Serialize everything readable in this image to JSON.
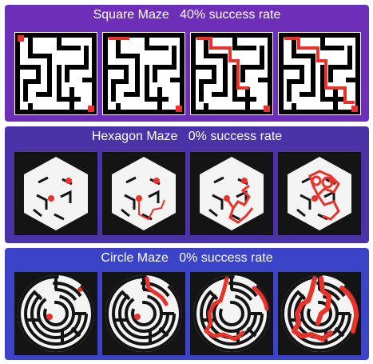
{
  "panels": [
    {
      "id": "square",
      "title": "Square Maze   40% success rate",
      "background": "#6e2fb8",
      "steps": [
        "maze",
        "short-path",
        "mid-path",
        "full-path"
      ]
    },
    {
      "id": "hexagon",
      "title": "Hexagon Maze   0% success rate",
      "background": "#4a33a6",
      "steps": [
        "maze",
        "short-path",
        "mid-path",
        "full-path"
      ]
    },
    {
      "id": "circle",
      "title": "Circle Maze   0% success rate",
      "background": "#3b44c8",
      "steps": [
        "maze",
        "short-path",
        "mid-path",
        "full-path"
      ]
    }
  ],
  "colors": {
    "maze_bg_square": "#ffffff",
    "maze_wall": "#000000",
    "path": "#e8322a",
    "hex_fill": "#f4f4f4",
    "dark_tile": "#141414"
  }
}
